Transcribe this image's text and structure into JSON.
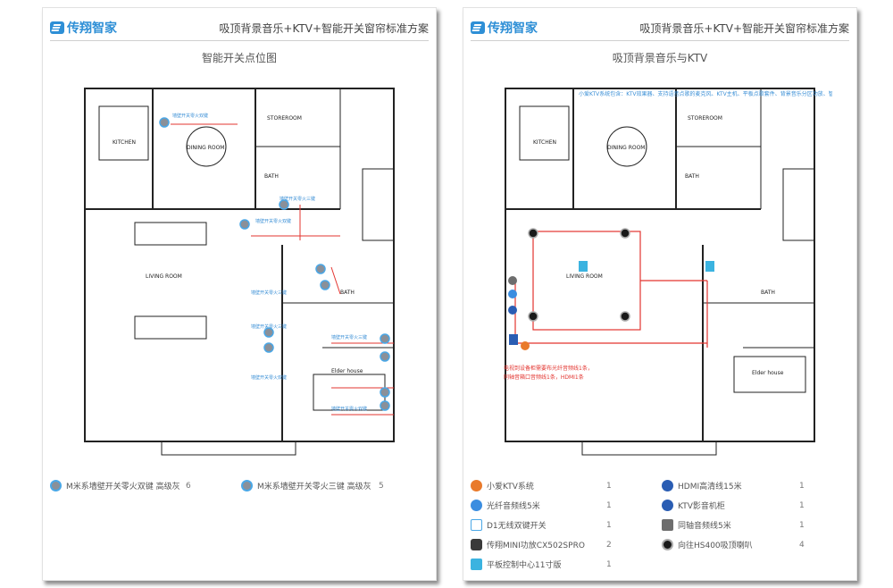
{
  "brand": "传翔智家",
  "doc_title": "吸顶背景音乐+KTV+智能开关窗帘标准方案",
  "left_page": {
    "plan_title": "智能开关点位图",
    "rooms": {
      "kitchen": "KITCHEN",
      "dining": "DINING ROOM",
      "store": "STOREROOM",
      "bath1": "BATH",
      "living": "LIVING ROOM",
      "bath2": "BATH",
      "elder": "Elder house"
    },
    "annotations": [
      "墙壁开关零火双键",
      "墙壁开关零火三键",
      "墙壁开关零火双键",
      "墙壁开关零火三键",
      "墙壁开关零火三键",
      "墙壁开关零火双键",
      "墙壁开关零火三键",
      "墙壁开关零火双键"
    ],
    "legend": [
      {
        "label": "M米系墙壁开关零火双键 高级灰",
        "qty": "6",
        "icon": "switch-icon"
      },
      {
        "label": "M米系墙壁开关零火三键 高级灰",
        "qty": "5",
        "icon": "switch-icon"
      }
    ]
  },
  "right_page": {
    "plan_title": "吸顶背景音乐与KTV",
    "rooms": {
      "kitchen": "KITCHEN",
      "dining": "DINING ROOM",
      "store": "STOREROOM",
      "bath1": "BATH",
      "living": "LIVING ROOM",
      "bath2": "BATH",
      "elder": "Elder house"
    },
    "note": "小爱KTV系统包含：KTV效果器、支持语音点歌的麦克风、KTV主机、平板点歌套件、背景音乐分区功放、智能切换套件",
    "bottom_note_1": "电视到设备柜需要布光纤音频线1条，",
    "bottom_note_2": "同轴音箱口音频线1条，HDMI1条",
    "legend": [
      {
        "label": "小爱KTV系统",
        "qty": "1",
        "icon": "ktv-icon",
        "cls": "ic-ktv"
      },
      {
        "label": "光纤音频线5米",
        "qty": "1",
        "icon": "fiber-cable-icon",
        "cls": "ic-fiber"
      },
      {
        "label": "D1无线双键开关",
        "qty": "1",
        "icon": "wireless-switch-icon",
        "cls": "ic-d1"
      },
      {
        "label": "传翔MINI功放CX502SPRO",
        "qty": "2",
        "icon": "amplifier-icon",
        "cls": "ic-amp"
      },
      {
        "label": "平板控制中心11寸版",
        "qty": "1",
        "icon": "tablet-panel-icon",
        "cls": "ic-panel"
      },
      {
        "label": "HDMI高清线15米",
        "qty": "1",
        "icon": "hdmi-cable-icon",
        "cls": "ic-hdmi"
      },
      {
        "label": "KTV影音机柜",
        "qty": "1",
        "icon": "av-cabinet-icon",
        "cls": "ic-cab"
      },
      {
        "label": "同轴音频线5米",
        "qty": "1",
        "icon": "coax-cable-icon",
        "cls": "ic-coax"
      },
      {
        "label": "向往HS400吸顶喇叭",
        "qty": "4",
        "icon": "ceiling-speaker-icon",
        "cls": "ic-spk"
      }
    ]
  }
}
